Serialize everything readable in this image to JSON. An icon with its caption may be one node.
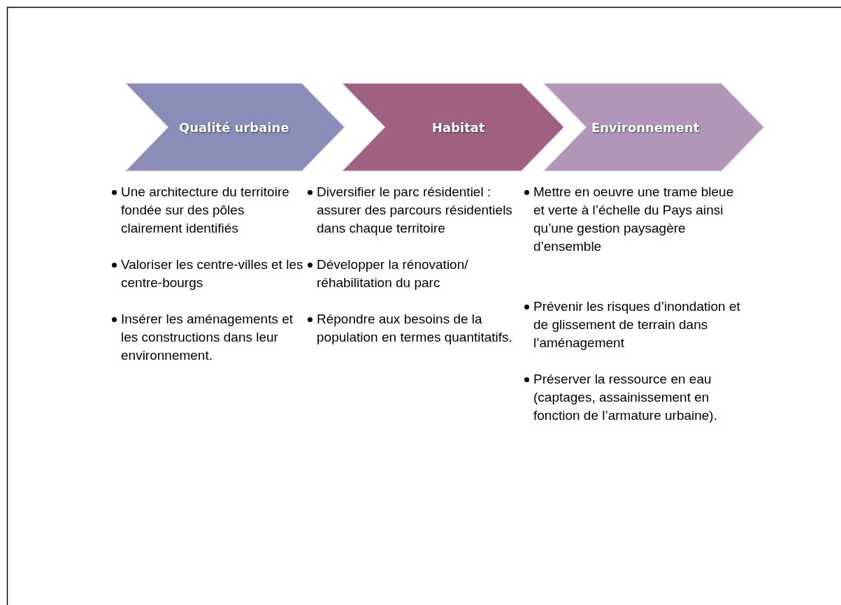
{
  "diagram": {
    "nodes": [
      {
        "text": [
          "Qualité urbaine"
        ],
        "beside": [
          "Une architecture du territoire fondée sur des pôles clairement identifiés",
          "Valoriser les centre-villes et les centre-bourgs",
          "Insérer les aménagements et les constructions dans leur environnement."
        ]
      },
      {
        "text": [
          "Habitat"
        ],
        "beside": [
          "Diversifier le parc résidentiel : assurer des parcours résidentiels dans chaque territoire",
          "Développer la rénovation/ réhabilitation du parc",
          "Répondre aux besoins de la population en termes quantitatifs."
        ]
      },
      {
        "text": [
          "Environnement"
        ],
        "beside": [
          "Mettre en oeuvre une trame bleue et verte à l’échelle du Pays ainsi qu’une gestion paysagère d’ensemble",
          "Prévenir les risques d’inondation et de glissement de terrain dans l’aménagement",
          "Préserver la ressource en eau (captages, assainissement en fonction de l’armature urbaine)."
        ]
      }
    ]
  }
}
